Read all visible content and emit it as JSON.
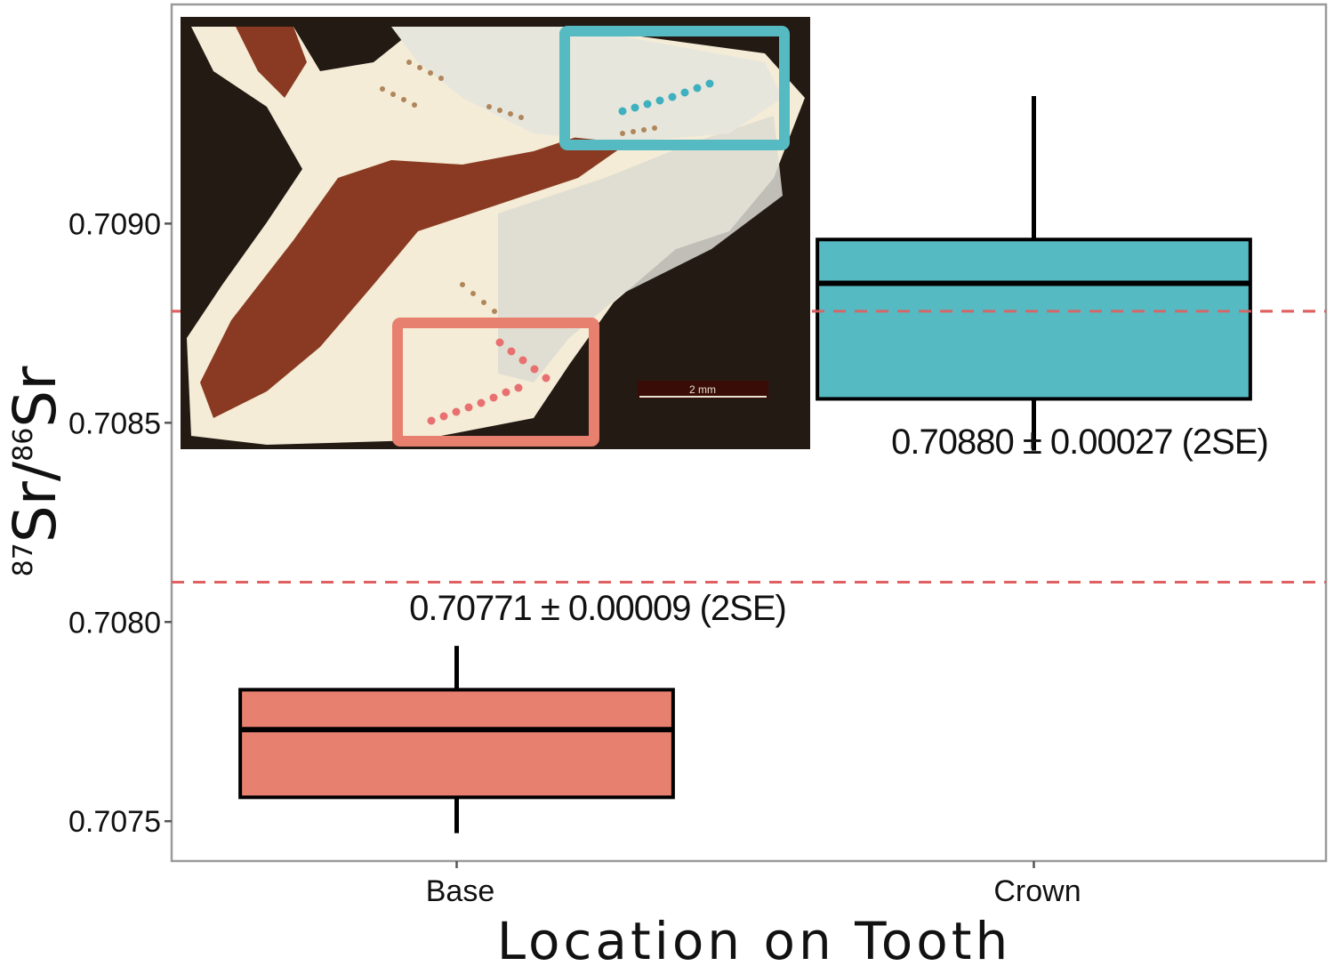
{
  "chart_data": {
    "type": "box",
    "title": "",
    "xlabel": "Location on Tooth",
    "ylabel": {
      "mass1": "87",
      "el1": "Sr/",
      "mass2": "86",
      "el2": "Sr"
    },
    "ylim": [
      0.7074,
      0.70955
    ],
    "yticks": [
      "0.7075",
      "0.7080",
      "0.7085",
      "0.7090"
    ],
    "ytick_values": [
      0.7075,
      0.708,
      0.7085,
      0.709
    ],
    "categories": [
      "Base",
      "Crown"
    ],
    "boxes": [
      {
        "category": "Base",
        "whisker_low": 0.70747,
        "q1": 0.70756,
        "median": 0.70773,
        "q3": 0.70783,
        "whisker_high": 0.70794,
        "color": "#e8806f",
        "annotation": "0.70771 ± 0.00009 (2SE)"
      },
      {
        "category": "Crown",
        "whisker_low": 0.70843,
        "q1": 0.70856,
        "median": 0.70885,
        "q3": 0.70896,
        "whisker_high": 0.70932,
        "color": "#55bac2",
        "annotation": "0.70880 ± 0.00027 (2SE)"
      }
    ],
    "reference_lines": [
      0.7081,
      0.70878
    ],
    "reference_line_color": "#e06060",
    "grid": false,
    "inset": {
      "description": "photograph of tooth cross-section with sampling paths",
      "scale_label": "2 mm",
      "box_colors": [
        "#55bac2",
        "#e8806f"
      ]
    }
  }
}
